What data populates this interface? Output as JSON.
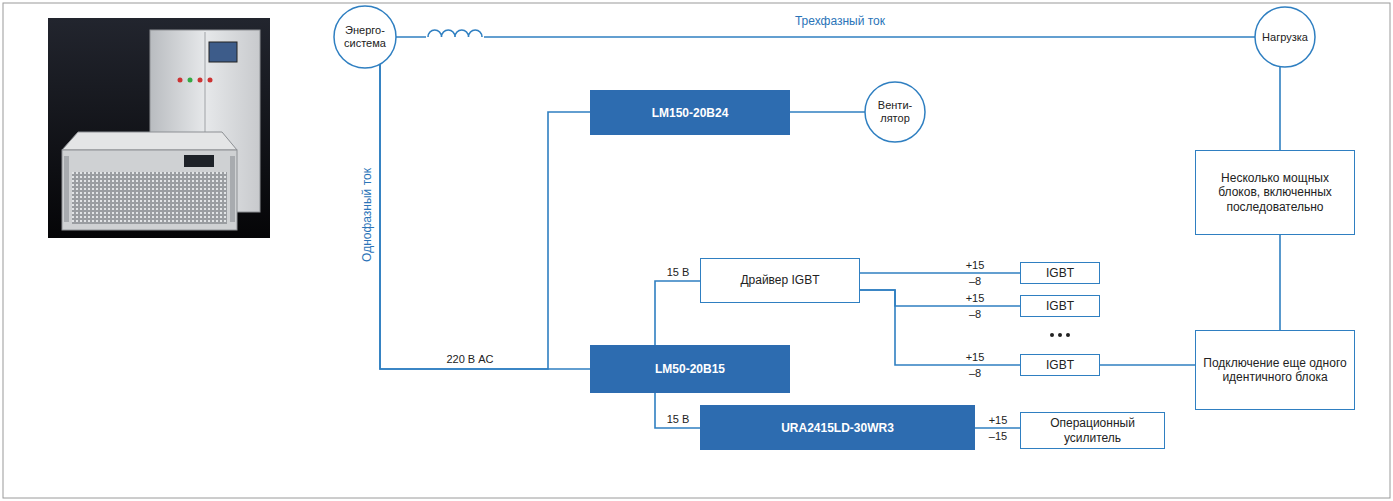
{
  "diagram": {
    "nodes": [
      {
        "text": [
          "Энерго- система"
        ]
      },
      {
        "text": [
          "Нагрузка"
        ]
      },
      {
        "text": [
          "LM150-20B24"
        ]
      },
      {
        "text": [
          "Венти- лятор"
        ]
      },
      {
        "text": [
          "Несколько мощных блоков, включенных последовательно"
        ]
      },
      {
        "text": [
          "Драйвер IGBT"
        ]
      },
      {
        "text": [
          "IGBT"
        ]
      },
      {
        "text": [
          "IGBT"
        ]
      },
      {
        "text": [
          "LM50-20B15"
        ]
      },
      {
        "text": [
          "IGBT"
        ]
      },
      {
        "text": [
          "Подключение еще одного идентичного блока"
        ]
      },
      {
        "text": [
          "URA2415LD-30WR3"
        ]
      },
      {
        "text": [
          "Операционный усилитель"
        ]
      }
    ],
    "edges": [
      {
        "from": 0,
        "to": 1,
        "arrow": "none",
        "label": "Трехфазный ток"
      },
      {
        "from": 0,
        "to": 8,
        "arrow": "none",
        "label": "Однофазный ток"
      },
      {
        "from": 0,
        "to": 2,
        "arrow": "none"
      },
      {
        "from": 2,
        "to": 3,
        "arrow": "none"
      },
      {
        "from": 1,
        "to": 4,
        "arrow": "none"
      },
      {
        "from": 4,
        "to": 10,
        "arrow": "none"
      },
      {
        "from": 8,
        "to": 5,
        "arrow": "none",
        "label": "15 В"
      },
      {
        "from": 5,
        "to": 6,
        "arrow": "none"
      },
      {
        "from": 5,
        "to": 7,
        "arrow": "none"
      },
      {
        "from": 5,
        "to": 9,
        "arrow": "none"
      },
      {
        "from": 9,
        "to": 10,
        "arrow": "none"
      },
      {
        "from": 8,
        "to": 11,
        "arrow": "none",
        "label": "15 В"
      },
      {
        "from": 11,
        "to": 12,
        "arrow": "none"
      }
    ],
    "labels": [
      "220 В AC",
      "+15",
      "–8",
      "+15",
      "–8",
      "+15",
      "–8",
      "+15",
      "–15"
    ]
  }
}
